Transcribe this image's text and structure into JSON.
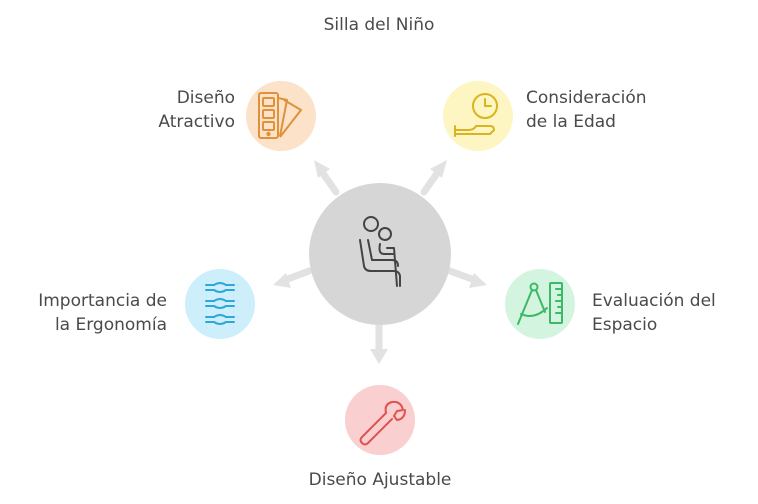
{
  "title": "Silla del Niño",
  "center": {
    "icon": "child-seat-icon",
    "color": "#d6d6d6"
  },
  "nodes": [
    {
      "id": "diseno-atractivo",
      "lines": [
        "Diseño",
        "Atractivo"
      ],
      "icon": "swatch-icon",
      "color": "#fbe2c8",
      "stroke": "#e0913a"
    },
    {
      "id": "consideracion-edad",
      "lines": [
        "Consideración",
        "de la Edad"
      ],
      "icon": "clock-hand-icon",
      "color": "#fdf6c3",
      "stroke": "#d9b320"
    },
    {
      "id": "evaluacion-espacio",
      "lines": [
        "Evaluación del",
        "Espacio"
      ],
      "icon": "compass-ruler-icon",
      "color": "#d3f5df",
      "stroke": "#3cb868"
    },
    {
      "id": "diseno-ajustable",
      "lines": [
        "Diseño Ajustable"
      ],
      "icon": "wrench-icon",
      "color": "#f9cfcf",
      "stroke": "#e05252"
    },
    {
      "id": "importancia-ergonomia",
      "lines": [
        "Importancia de",
        "la Ergonomía"
      ],
      "icon": "spine-icon",
      "color": "#cdeefb",
      "stroke": "#2fa8d8"
    }
  ],
  "arrow_color": "#e2e2e2"
}
